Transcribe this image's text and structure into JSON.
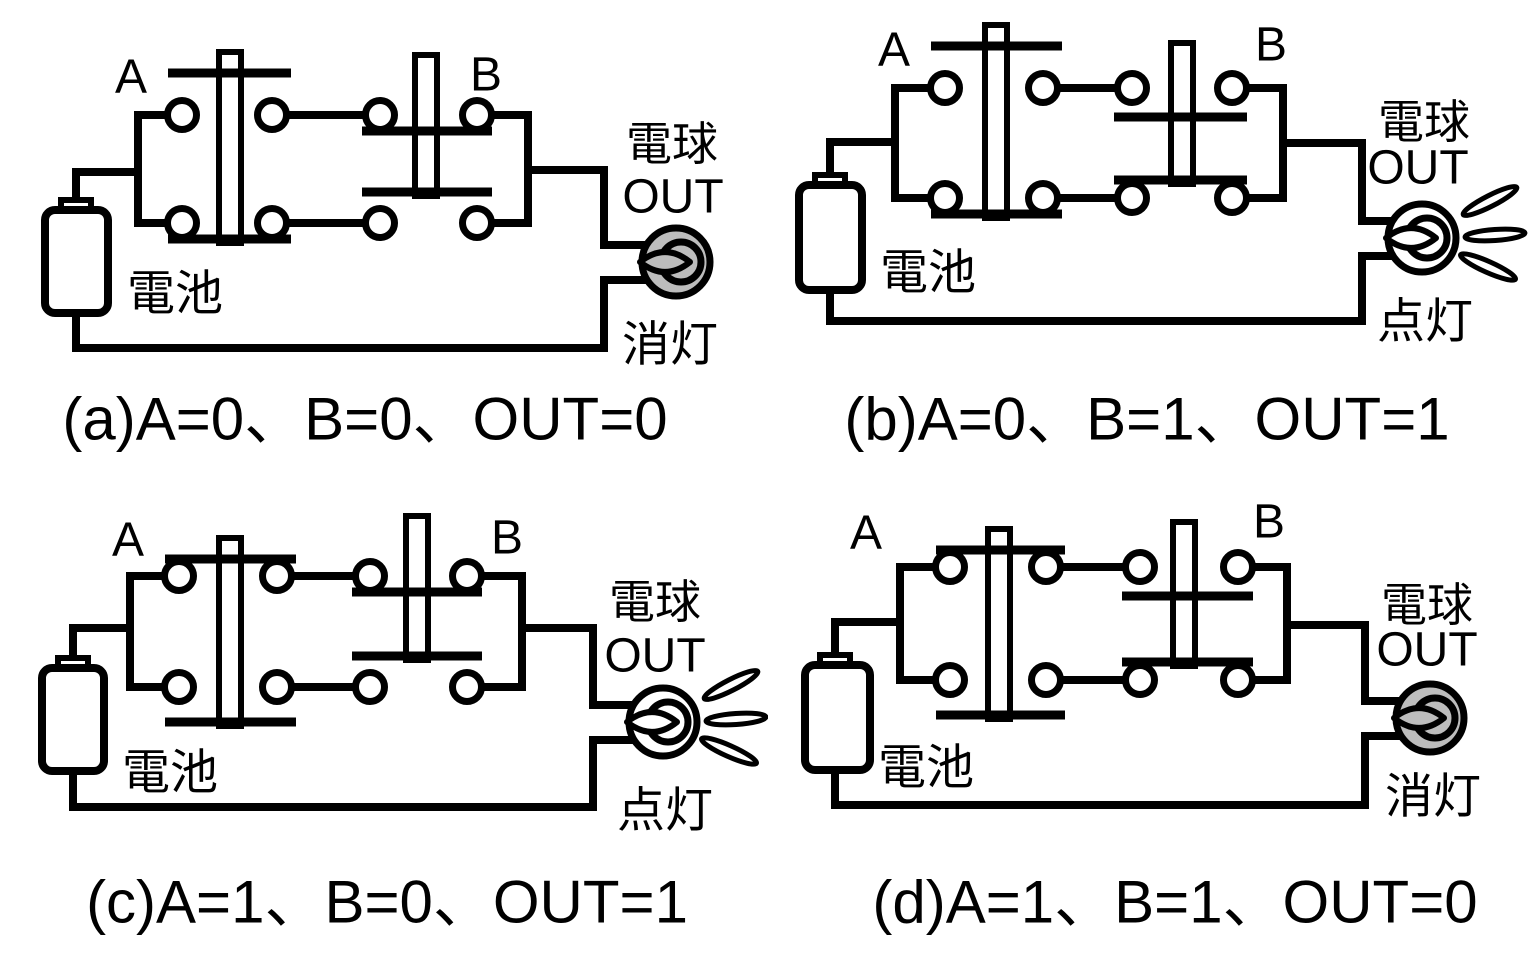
{
  "figure_description": "Four-panel diagram of an XOR switch circuit: battery, two push switches A and B, and a lamp OUT",
  "colors": {
    "ink": "#000000",
    "background": "#ffffff",
    "bulb_off_fill": "#bdbdbd",
    "bulb_on_fill": "#ffffff"
  },
  "labels": {
    "switch_a": "A",
    "switch_b": "B",
    "battery": "電池",
    "bulb": "電球",
    "bulb_output": "OUT",
    "lit": "点灯",
    "unlit": "消灯"
  },
  "panels": [
    {
      "id": "a",
      "caption": "(a)A=0、B=0、OUT=0",
      "switch_a": 0,
      "switch_b": 0,
      "out": 0,
      "bulb_lit": false,
      "status": "消灯"
    },
    {
      "id": "b",
      "caption": "(b)A=0、B=1、OUT=1",
      "switch_a": 0,
      "switch_b": 1,
      "out": 1,
      "bulb_lit": true,
      "status": "点灯"
    },
    {
      "id": "c",
      "caption": "(c)A=1、B=0、OUT=1",
      "switch_a": 1,
      "switch_b": 0,
      "out": 1,
      "bulb_lit": true,
      "status": "点灯"
    },
    {
      "id": "d",
      "caption": "(d)A=1、B=1、OUT=0",
      "switch_a": 1,
      "switch_b": 1,
      "out": 0,
      "bulb_lit": false,
      "status": "消灯"
    }
  ]
}
